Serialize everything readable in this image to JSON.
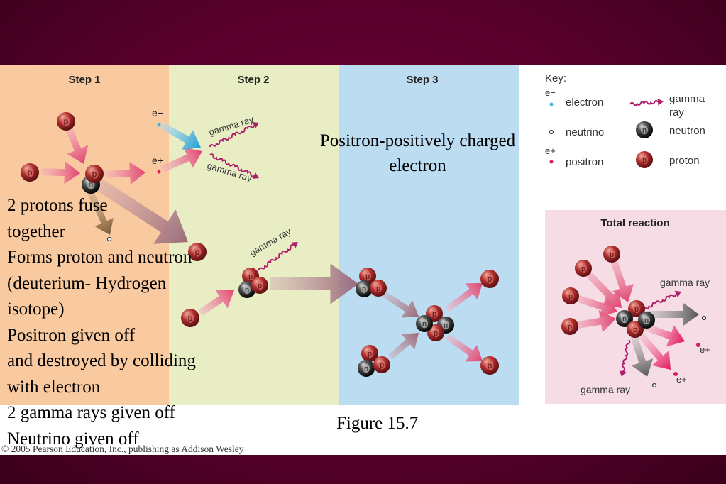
{
  "steps": [
    "Step 1",
    "Step 2",
    "Step 3"
  ],
  "key": {
    "title": "Key:",
    "electron": "electron",
    "electron_symbol": "e−",
    "gamma_ray": [
      "gamma",
      "ray"
    ],
    "neutrino": "neutrino",
    "neutron": "neutron",
    "positron": "positron",
    "positron_symbol": "e+",
    "proton": "proton"
  },
  "diagram_labels": {
    "gamma_ray": "gamma ray",
    "e_minus": "e−",
    "e_plus": "e+",
    "proton_letter": "p",
    "neutron_letter": "n"
  },
  "total_reaction": {
    "title": "Total reaction",
    "gamma_ray": "gamma ray",
    "e_plus": "e+"
  },
  "positron_note": [
    "Positron-positively charged",
    "electron"
  ],
  "caption_lines": [
    "2 protons fuse",
    "together",
    "Forms proton and neutron",
    "(deuterium- Hydrogen",
    "isotope)",
    "Positron given off",
    "and destroyed by colliding",
    "with electron",
    "2 gamma rays given off",
    "Neutrino given off"
  ],
  "figure_label": "Figure 15.7",
  "copyright": "© 2005 Pearson Education, Inc., publishing as Addison Wesley",
  "colors": {
    "step1_bg": "#f9c9a0",
    "step2_bg": "#e8edc4",
    "step3_bg": "#bcdcf2",
    "total_bg": "#f6dde5",
    "proton": "#b3302f",
    "neutron": "#1a1a1a",
    "electron": "#3fb4de",
    "positron": "#d81d5a",
    "gamma": "#b01d6a",
    "arrow_pink": "#e36a8e"
  }
}
